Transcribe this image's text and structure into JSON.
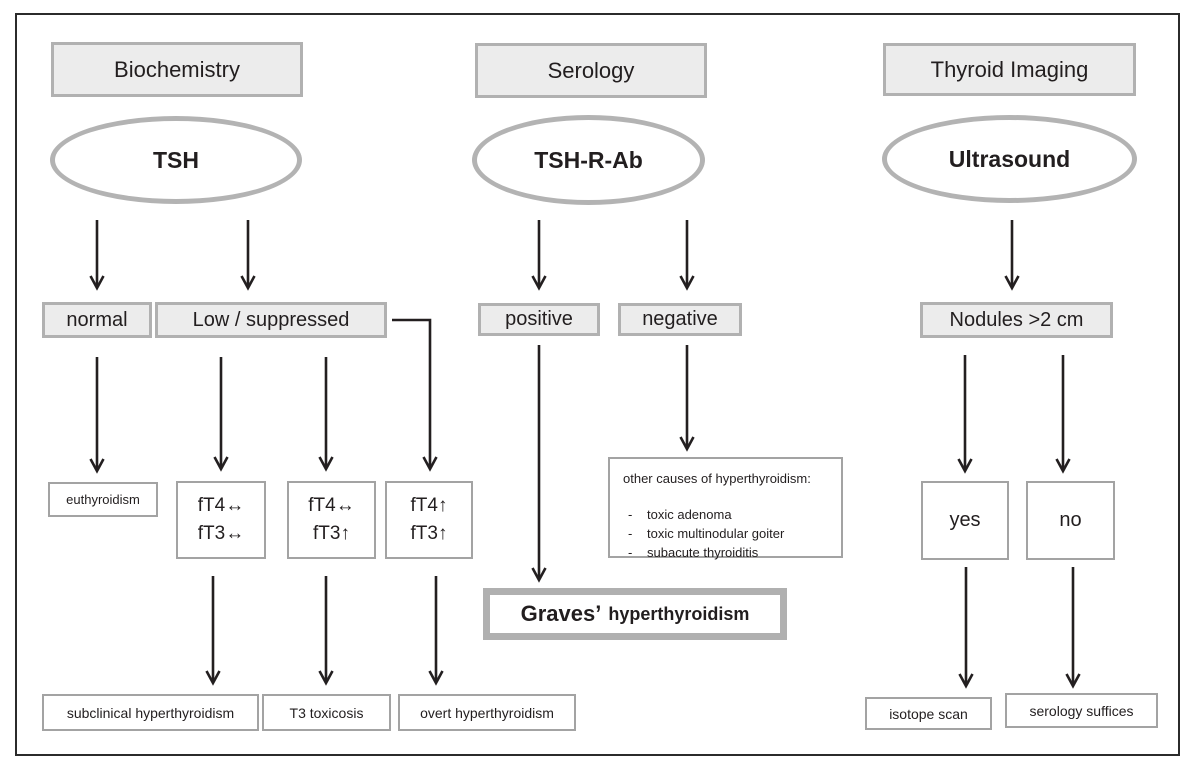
{
  "colors": {
    "box_fill": "#ececec",
    "box_border": "#b1b1b1",
    "thin_box_border": "#a3a3a3",
    "thick_box_border": "#b0b0b0",
    "arrow": "#231f20",
    "text": "#221e1f",
    "frame_border": "#2b2b2b"
  },
  "biochemistry": {
    "header": "Biochemistry",
    "test": "TSH",
    "tsh_normal": "normal",
    "tsh_low": "Low / suppressed",
    "euthyroidism": "euthyroidism",
    "patterns": [
      {
        "line1": "fT4↔",
        "line2": "fT3↔"
      },
      {
        "line1": "fT4↔",
        "line2": "fT3↑"
      },
      {
        "line1": "fT4↑",
        "line2": "fT3↑"
      }
    ],
    "outcomes": [
      "subclinical hyperthyroidism",
      "T3 toxicosis",
      "overt hyperthyroidism"
    ]
  },
  "serology": {
    "header": "Serology",
    "test": "TSH-R-Ab",
    "positive": "positive",
    "negative": "negative",
    "diagnosis": {
      "main": "Graves’",
      "sub": "hyperthyroidism"
    },
    "other_causes": {
      "title": "other causes of hyperthyroidism:",
      "bullet": "-",
      "items": [
        "toxic adenoma",
        "toxic multinodular goiter",
        "subacute thyroiditis"
      ]
    }
  },
  "imaging": {
    "header": "Thyroid Imaging",
    "test": "Ultrasound",
    "finding": "Nodules >2 cm",
    "yes": "yes",
    "no": "no",
    "yes_outcome": "isotope scan",
    "no_outcome": "serology suffices"
  }
}
